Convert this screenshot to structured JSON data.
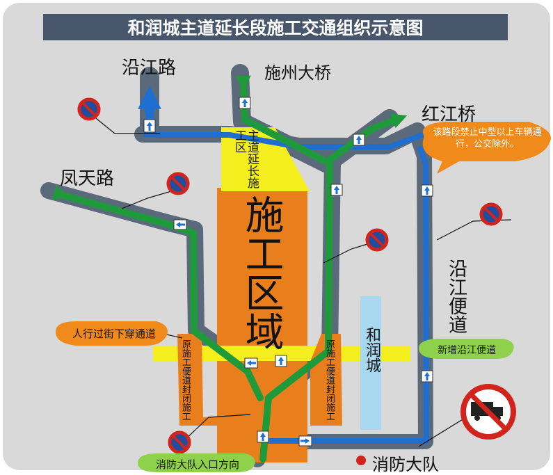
{
  "title": "和润城主道延长段施工交通组织示意图",
  "roads": {
    "yanjiang_road": "沿江路",
    "shizhou_bridge": "施州大桥",
    "hongjiang_bridge": "红江桥",
    "fengtian_road": "凤天路",
    "yanjiang_side_road": "沿江便道"
  },
  "zones": {
    "extension_zone": "主道延长施工区",
    "construction_zone": "施工区域",
    "herun_city": "和润城",
    "old_road_left": "原施工便道封闭施工",
    "old_road_right": "原施工便道封闭施工"
  },
  "callouts": {
    "truck_ban": "该路段禁止中型以上车辆通行，公交除外。",
    "underpass": "人行过街下穿通道",
    "new_side_road": "新增沿江便道",
    "fire_entrance": "消防大队入口方向"
  },
  "legend": {
    "fire_brigade": "消防大队"
  },
  "colors": {
    "road_gray": "#5a6a7a",
    "lane_blue": "#1f6fd1",
    "lane_green": "#1f9a3a",
    "construction_orange": "#e87e1c",
    "zone_yellow": "#f4ee1e",
    "herun_blue": "#a8d8f0",
    "callout_orange": "#f08a1a",
    "callout_green": "#8fd14a",
    "no_parking_red": "#d0241c",
    "background": "#d9d9d9"
  },
  "icons": [
    "no-parking-sign-icon",
    "no-truck-sign-icon",
    "up-arrow-icon",
    "left-arrow-icon",
    "right-arrow-icon",
    "fire-brigade-dot-icon"
  ]
}
